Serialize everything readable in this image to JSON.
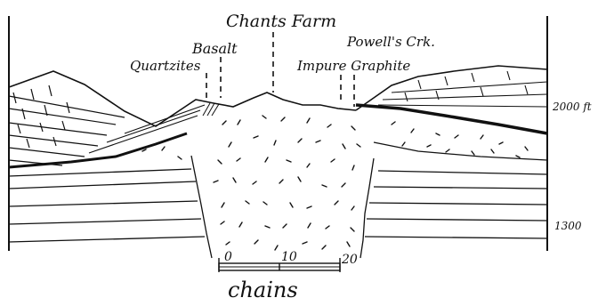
{
  "diagram": {
    "labels": {
      "farm": "Chants Farm",
      "basalt": "Basalt",
      "quartzites": "Quartzites",
      "powells_creek": "Powell's Crk.",
      "impure_graphite": "Impure Graphite"
    },
    "elevations": {
      "upper": "2000 ft",
      "lower": "1300"
    },
    "scale": {
      "ticks": [
        "0",
        "10",
        "20"
      ],
      "unit": "chains"
    },
    "colors": {
      "ink": "#111111",
      "paper": "#ffffff"
    }
  }
}
